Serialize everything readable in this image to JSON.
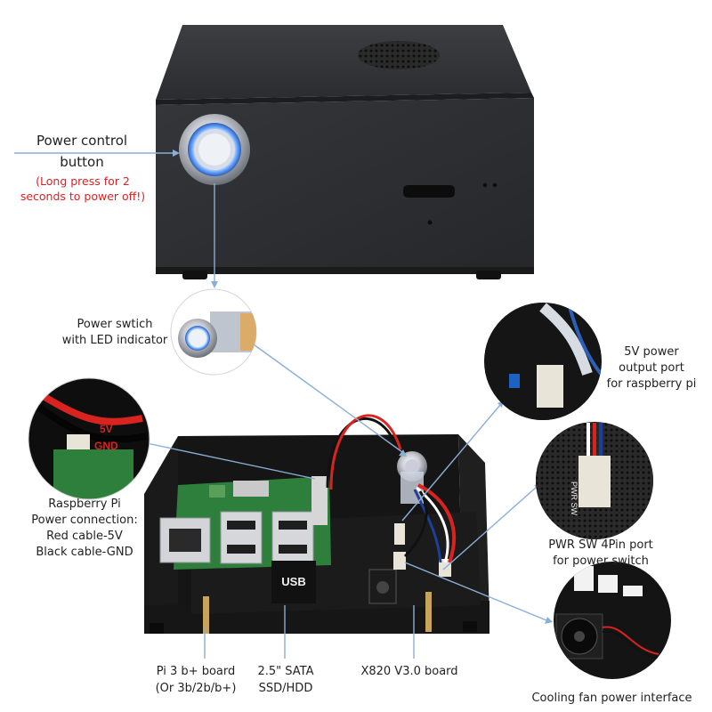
{
  "colors": {
    "case_dark": "#2b2d30",
    "leader_line": "#8aaed6",
    "warning_text": "#e02020",
    "wire_red": "#d8231e",
    "wire_black": "#111111",
    "pcb_green": "#2f7f3c",
    "pcb_black": "#1b1b1b"
  },
  "callouts": {
    "power_button": {
      "line1": "Power control",
      "line2": "button",
      "warning1": "(Long press for 2",
      "warning2": "seconds to power off!)"
    },
    "power_switch": {
      "line1": "Power swtich",
      "line2": "with LED indicator"
    },
    "output_5v": {
      "line1": "5V power",
      "line2": "output port",
      "line3": "for raspberry pi"
    },
    "pi_power": {
      "line1": "Raspberry Pi",
      "line2": "Power connection:",
      "line3": "Red cable-5V",
      "line4": "Black cable-GND"
    },
    "pwr_sw": {
      "line1": "PWR SW 4Pin port",
      "line2": "for power switch"
    },
    "pi_board": {
      "line1": "Pi 3 b+ board",
      "line2": "(Or 3b/2b/b+)"
    },
    "sata": {
      "line1": "2.5\" SATA",
      "line2": "SSD/HDD"
    },
    "x820": {
      "line1": "X820 V3.0 board"
    },
    "fan": {
      "line1": "Cooling fan power interface"
    }
  },
  "silkscreen": {
    "v5": "5V",
    "gnd": "GND",
    "usb": "USB",
    "pwr_sw": "PWR SW"
  }
}
